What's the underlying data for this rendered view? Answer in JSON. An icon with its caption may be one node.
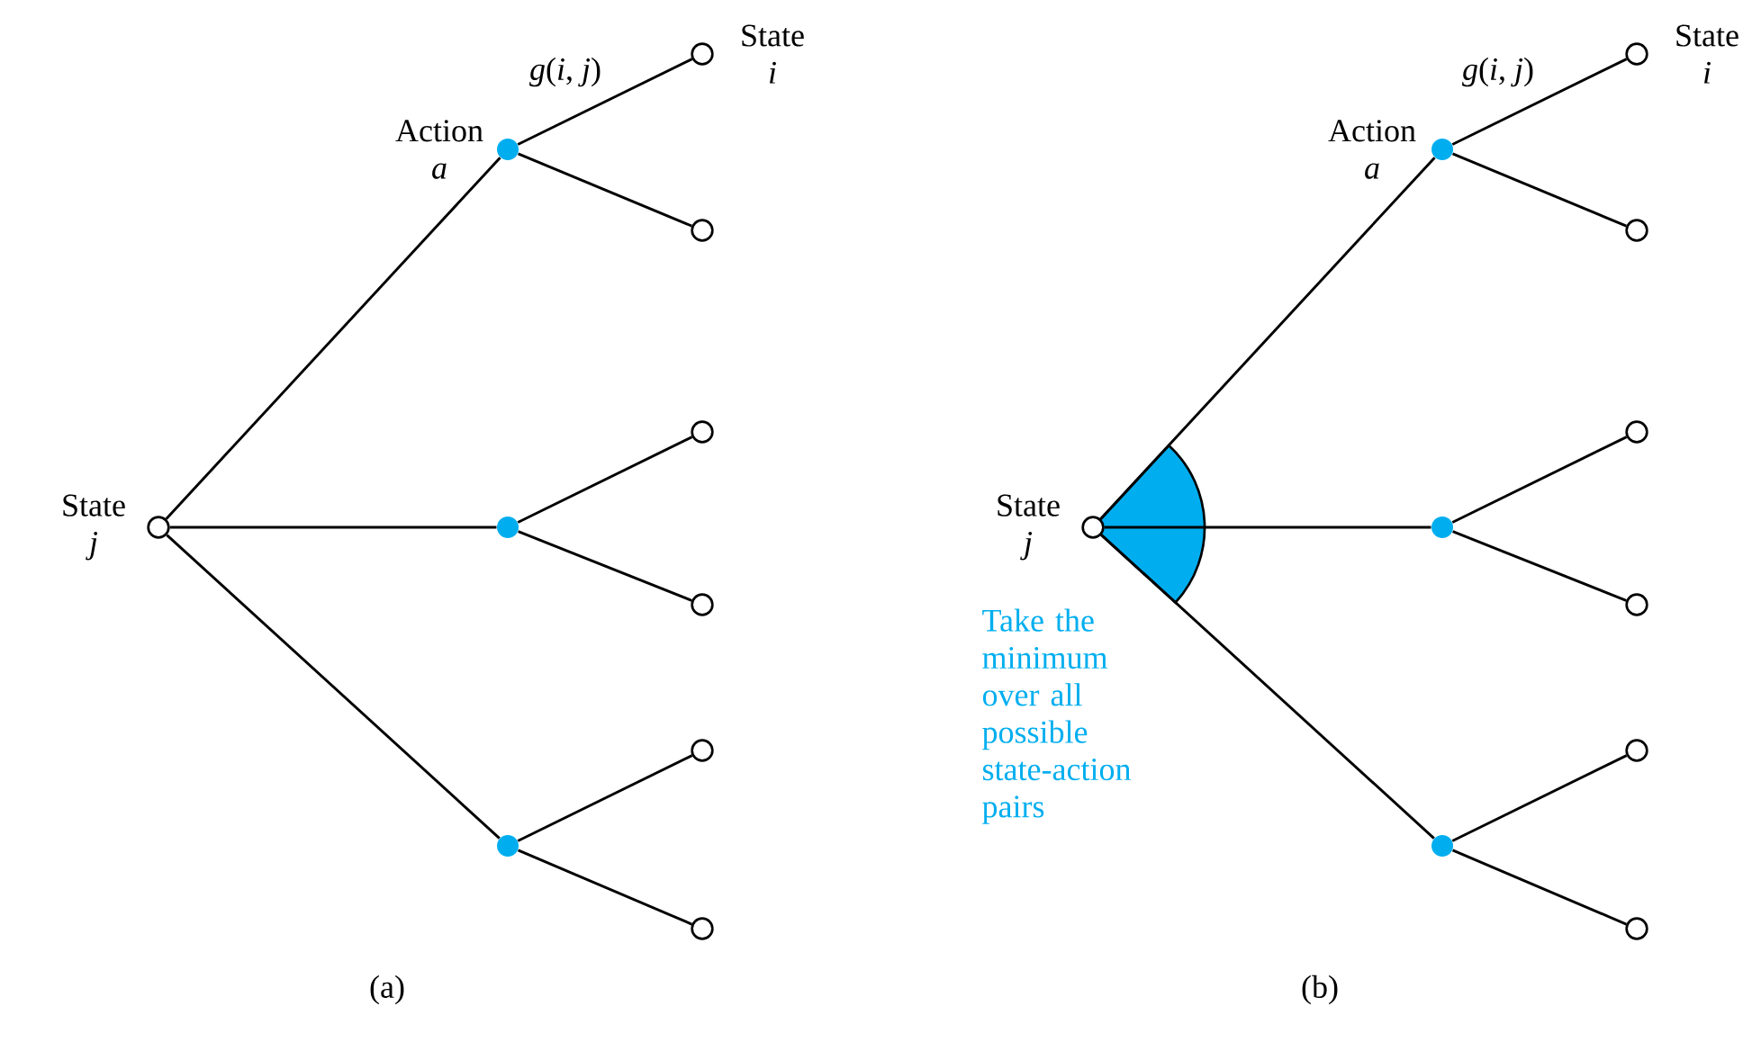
{
  "diagram": {
    "nodes": [
      {
        "text": [],
        "shape": "circle",
        "beside": [
          "State *j*"
        ]
      },
      {
        "text": [],
        "shape": "dot",
        "beside": [
          "Action *a*"
        ]
      },
      {
        "text": [],
        "shape": "dot"
      },
      {
        "text": [],
        "shape": "dot"
      },
      {
        "text": [],
        "shape": "circle",
        "beside": [
          "State *i*"
        ]
      },
      {
        "text": [],
        "shape": "circle"
      },
      {
        "text": [],
        "shape": "circle"
      },
      {
        "text": [],
        "shape": "circle"
      },
      {
        "text": [],
        "shape": "circle"
      },
      {
        "text": [],
        "shape": "circle"
      },
      {
        "text": [],
        "shape": "circle",
        "beside": [
          "State *j*"
        ]
      },
      {
        "text": [],
        "shape": "dot",
        "beside": [
          "Action *a*"
        ]
      },
      {
        "text": [],
        "shape": "dot"
      },
      {
        "text": [],
        "shape": "dot"
      },
      {
        "text": [],
        "shape": "circle",
        "beside": [
          "State *i*"
        ]
      },
      {
        "text": [],
        "shape": "circle"
      },
      {
        "text": [],
        "shape": "circle"
      },
      {
        "text": [],
        "shape": "circle"
      },
      {
        "text": [],
        "shape": "circle"
      },
      {
        "text": [],
        "shape": "circle"
      }
    ],
    "edges": [
      {
        "from": 0,
        "to": 1,
        "arrow": "none"
      },
      {
        "from": 0,
        "to": 2,
        "arrow": "none"
      },
      {
        "from": 0,
        "to": 3,
        "arrow": "none"
      },
      {
        "from": 1,
        "to": 4,
        "arrow": "none",
        "label": "*g*(*i*, *j*)"
      },
      {
        "from": 1,
        "to": 5,
        "arrow": "none"
      },
      {
        "from": 2,
        "to": 6,
        "arrow": "none"
      },
      {
        "from": 2,
        "to": 7,
        "arrow": "none"
      },
      {
        "from": 3,
        "to": 8,
        "arrow": "none"
      },
      {
        "from": 3,
        "to": 9,
        "arrow": "none"
      },
      {
        "from": 10,
        "to": 11,
        "arrow": "none"
      },
      {
        "from": 10,
        "to": 12,
        "arrow": "none"
      },
      {
        "from": 10,
        "to": 13,
        "arrow": "none"
      },
      {
        "from": 11,
        "to": 14,
        "arrow": "none",
        "label": "*g*(*i*, *j*)"
      },
      {
        "from": 11,
        "to": 15,
        "arrow": "none"
      },
      {
        "from": 12,
        "to": 16,
        "arrow": "none"
      },
      {
        "from": 12,
        "to": 17,
        "arrow": "none"
      },
      {
        "from": 13,
        "to": 18,
        "arrow": "none"
      },
      {
        "from": 13,
        "to": 19,
        "arrow": "none"
      }
    ],
    "labels": [
      "Take the minimum over all possible state-action pairs",
      "(a)",
      "(b)"
    ]
  }
}
